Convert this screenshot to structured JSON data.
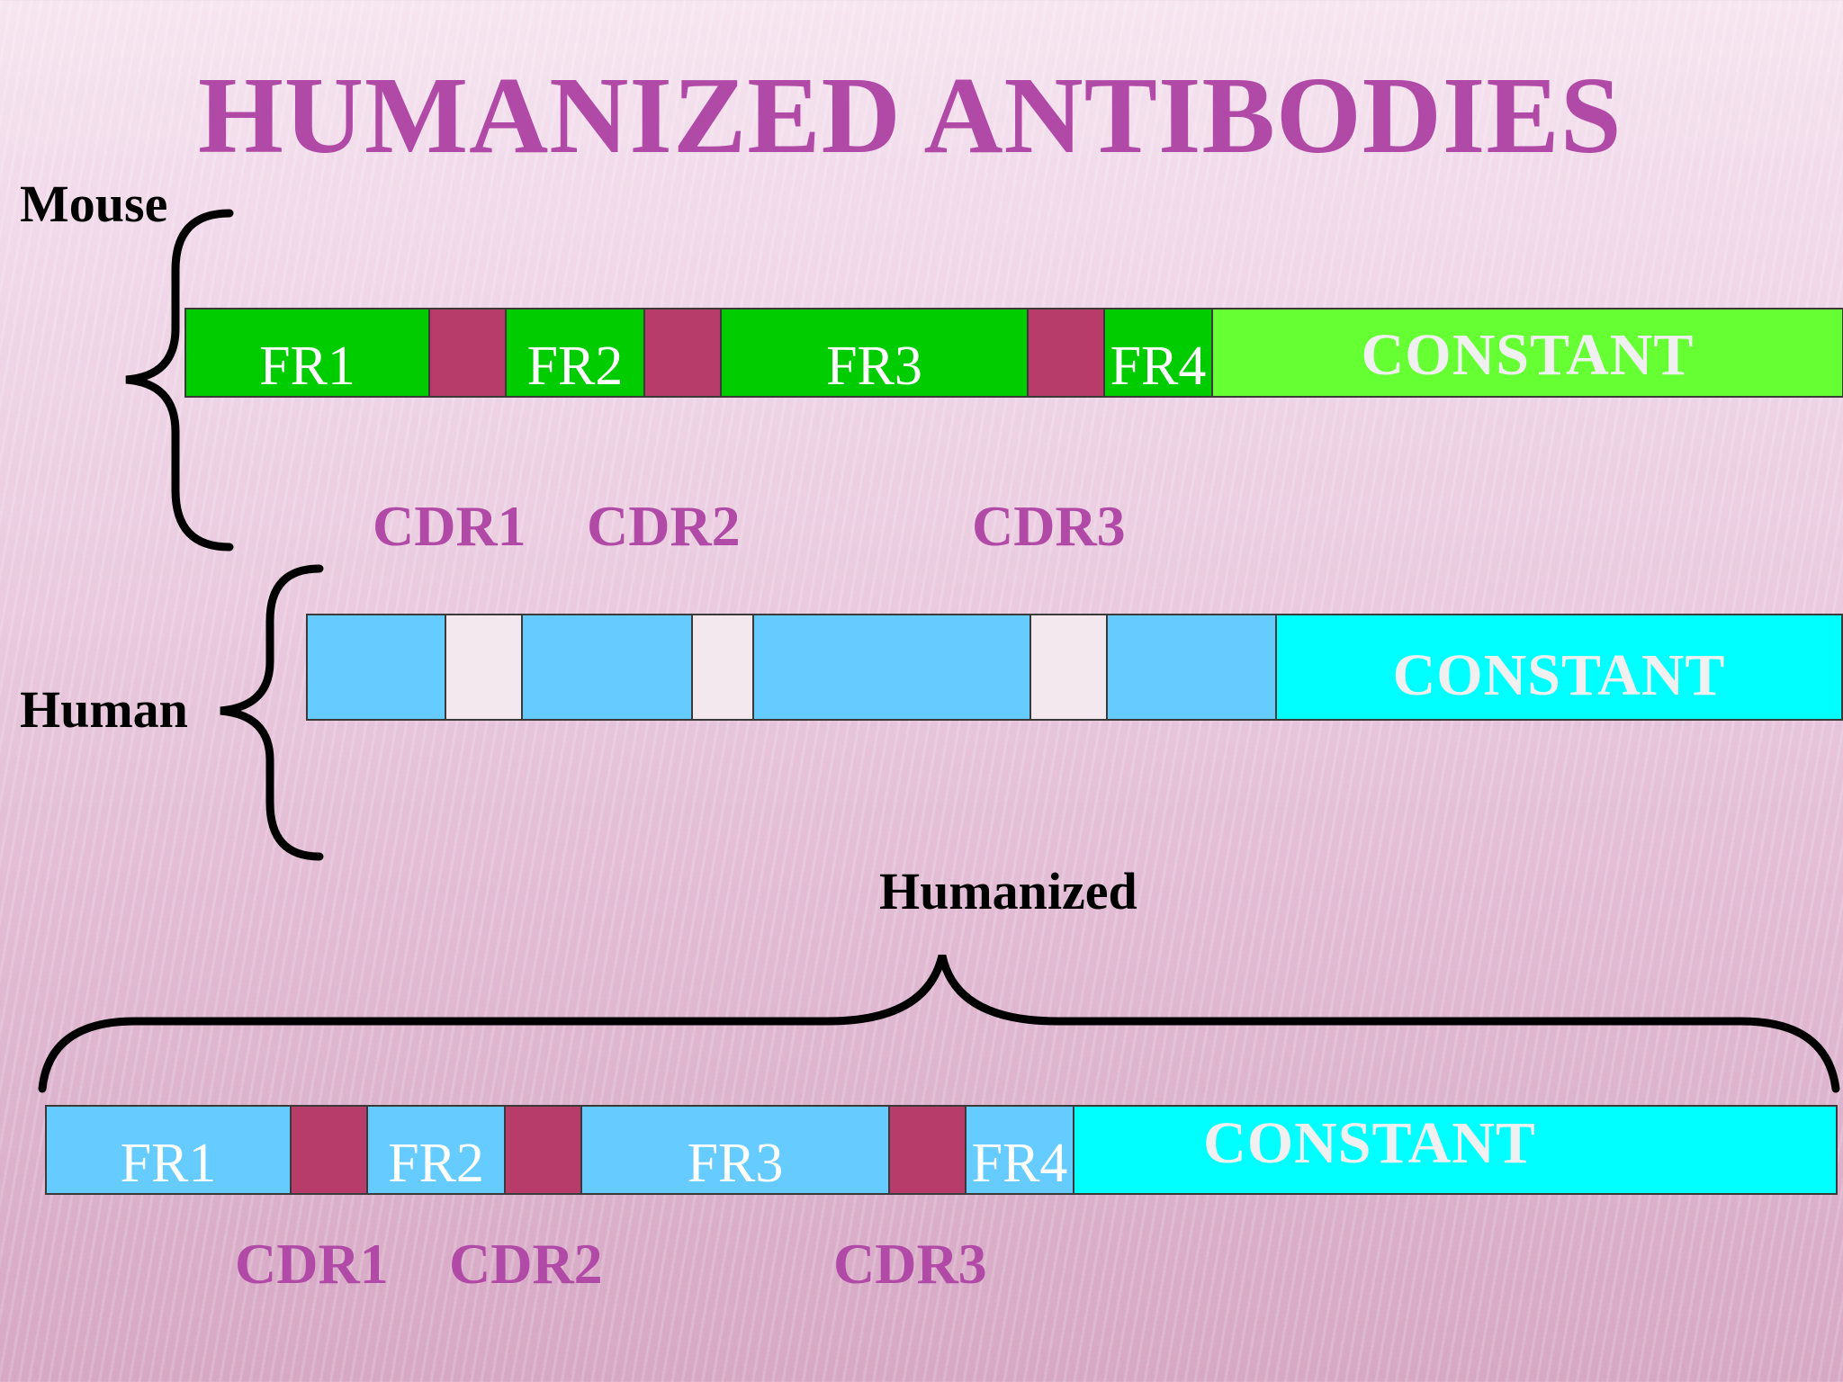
{
  "title": "HUMANIZED ANTIBODIES",
  "colors": {
    "title": "#b04aa6",
    "mouse_framework": "#00cc00",
    "mouse_constant": "#66ff33",
    "cdr": "#b83c6a",
    "human_framework": "#66ccff",
    "human_cdr_blank": "#f2e8ee",
    "human_constant": "#00ffff",
    "segment_text": "#ffffff",
    "constant_text": "#f0f0f0",
    "cdr_label": "#b04aa6"
  },
  "mouse": {
    "label": "Mouse",
    "segments": [
      {
        "kind": "framework",
        "label": "FR1"
      },
      {
        "kind": "cdr",
        "label": ""
      },
      {
        "kind": "framework",
        "label": "FR2"
      },
      {
        "kind": "cdr",
        "label": ""
      },
      {
        "kind": "framework",
        "label": "FR3"
      },
      {
        "kind": "cdr",
        "label": ""
      },
      {
        "kind": "framework",
        "label": "FR4"
      },
      {
        "kind": "constant",
        "label": "CONSTANT"
      }
    ],
    "cdr_labels": [
      "CDR1",
      "CDR2",
      "CDR3"
    ]
  },
  "human": {
    "label": "Human",
    "segments": [
      {
        "kind": "framework",
        "label": ""
      },
      {
        "kind": "cdr",
        "label": ""
      },
      {
        "kind": "framework",
        "label": ""
      },
      {
        "kind": "cdr",
        "label": ""
      },
      {
        "kind": "framework",
        "label": ""
      },
      {
        "kind": "cdr",
        "label": ""
      },
      {
        "kind": "framework",
        "label": ""
      },
      {
        "kind": "constant",
        "label": "CONSTANT"
      }
    ]
  },
  "humanized": {
    "label": "Humanized",
    "segments": [
      {
        "kind": "framework",
        "label": "FR1"
      },
      {
        "kind": "cdr",
        "label": ""
      },
      {
        "kind": "framework",
        "label": "FR2"
      },
      {
        "kind": "cdr",
        "label": ""
      },
      {
        "kind": "framework",
        "label": "FR3"
      },
      {
        "kind": "cdr",
        "label": ""
      },
      {
        "kind": "framework",
        "label": "FR4"
      },
      {
        "kind": "constant",
        "label": "CONSTANT"
      }
    ],
    "cdr_labels": [
      "CDR1",
      "CDR2",
      "CDR3"
    ]
  }
}
